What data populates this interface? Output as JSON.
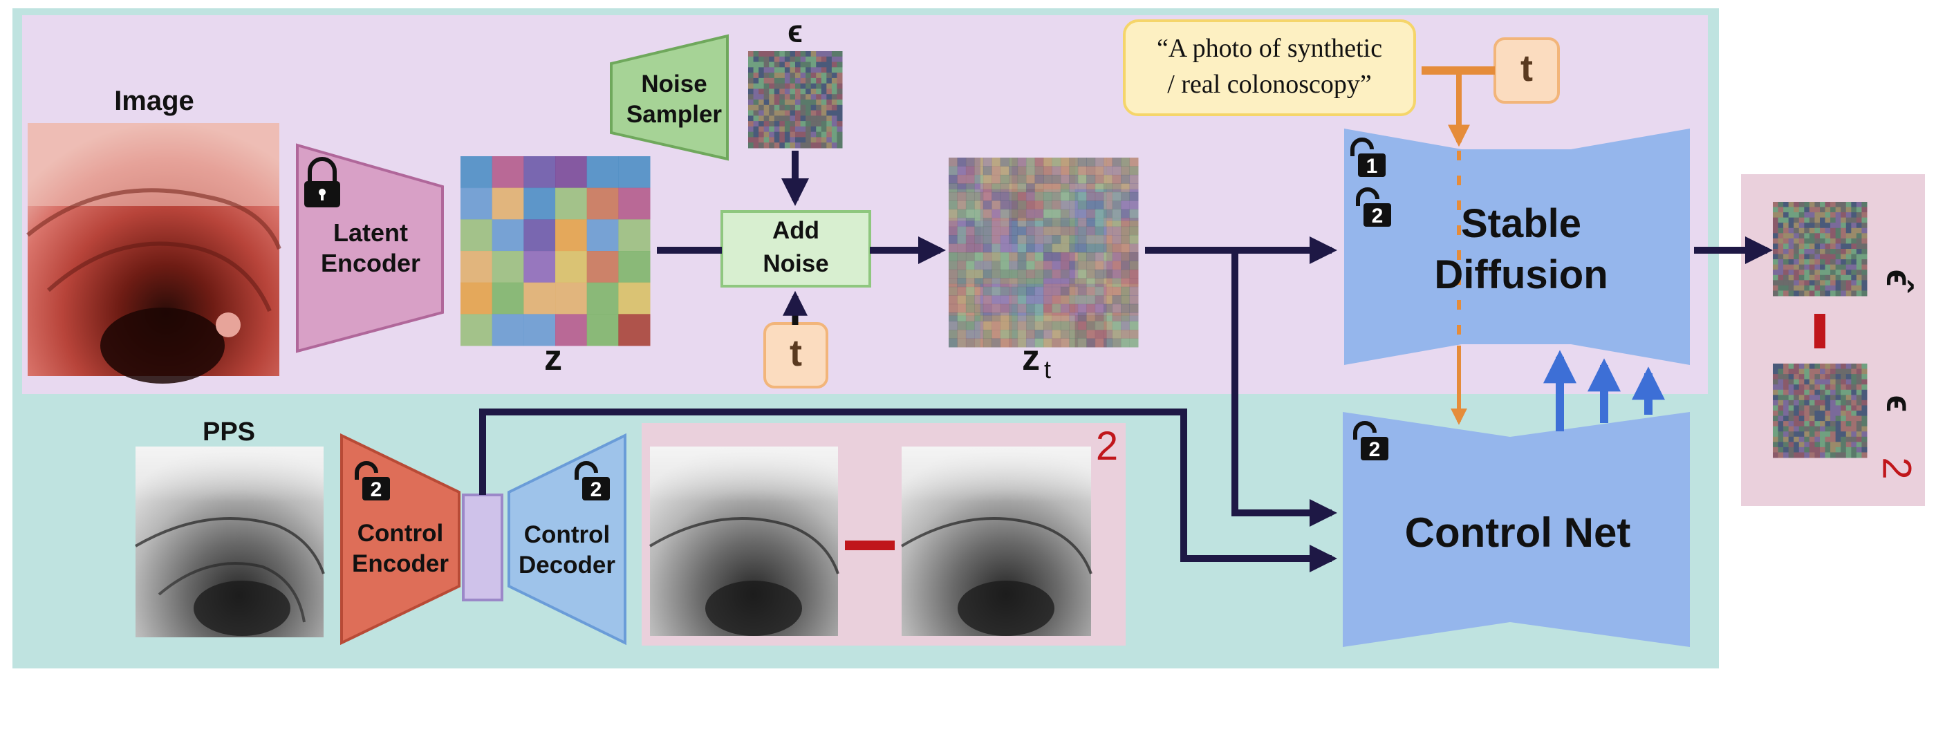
{
  "diagram": {
    "image_label": "Image",
    "pps_label": "PPS",
    "latent_encoder": [
      "Latent",
      "Encoder"
    ],
    "noise_sampler": [
      "Noise",
      "Sampler"
    ],
    "epsilon": "ϵ",
    "add_noise": [
      "Add",
      "Noise"
    ],
    "t_label": "t",
    "z_label": "z",
    "zt_main": "z",
    "zt_sub": "t",
    "prompt": [
      "“A photo of synthetic",
      "/ real colonoscopy”"
    ],
    "stable_diffusion": [
      "Stable",
      "Diffusion"
    ],
    "control_net": "Control Net",
    "control_encoder": [
      "Control",
      "Encoder"
    ],
    "control_decoder": [
      "Control",
      "Decoder"
    ],
    "loss_power": "2",
    "eps_hat": "ϵ̂",
    "eps_true": "ϵ",
    "lock_badges": {
      "one": "1",
      "two": "2"
    },
    "colors": {
      "purple_panel": "#e8d9f0",
      "teal_panel": "#bfe3e0",
      "pink_panel": "#ead0dc",
      "blue_unet": "#95b6ec",
      "green_box": "#d8efd0",
      "red_encoder": "#de6e58",
      "arrow_dark": "#1e1845",
      "arrow_orange": "#e58c3a",
      "arrow_blue": "#3d6fd6",
      "minus_red": "#c0161b"
    }
  }
}
